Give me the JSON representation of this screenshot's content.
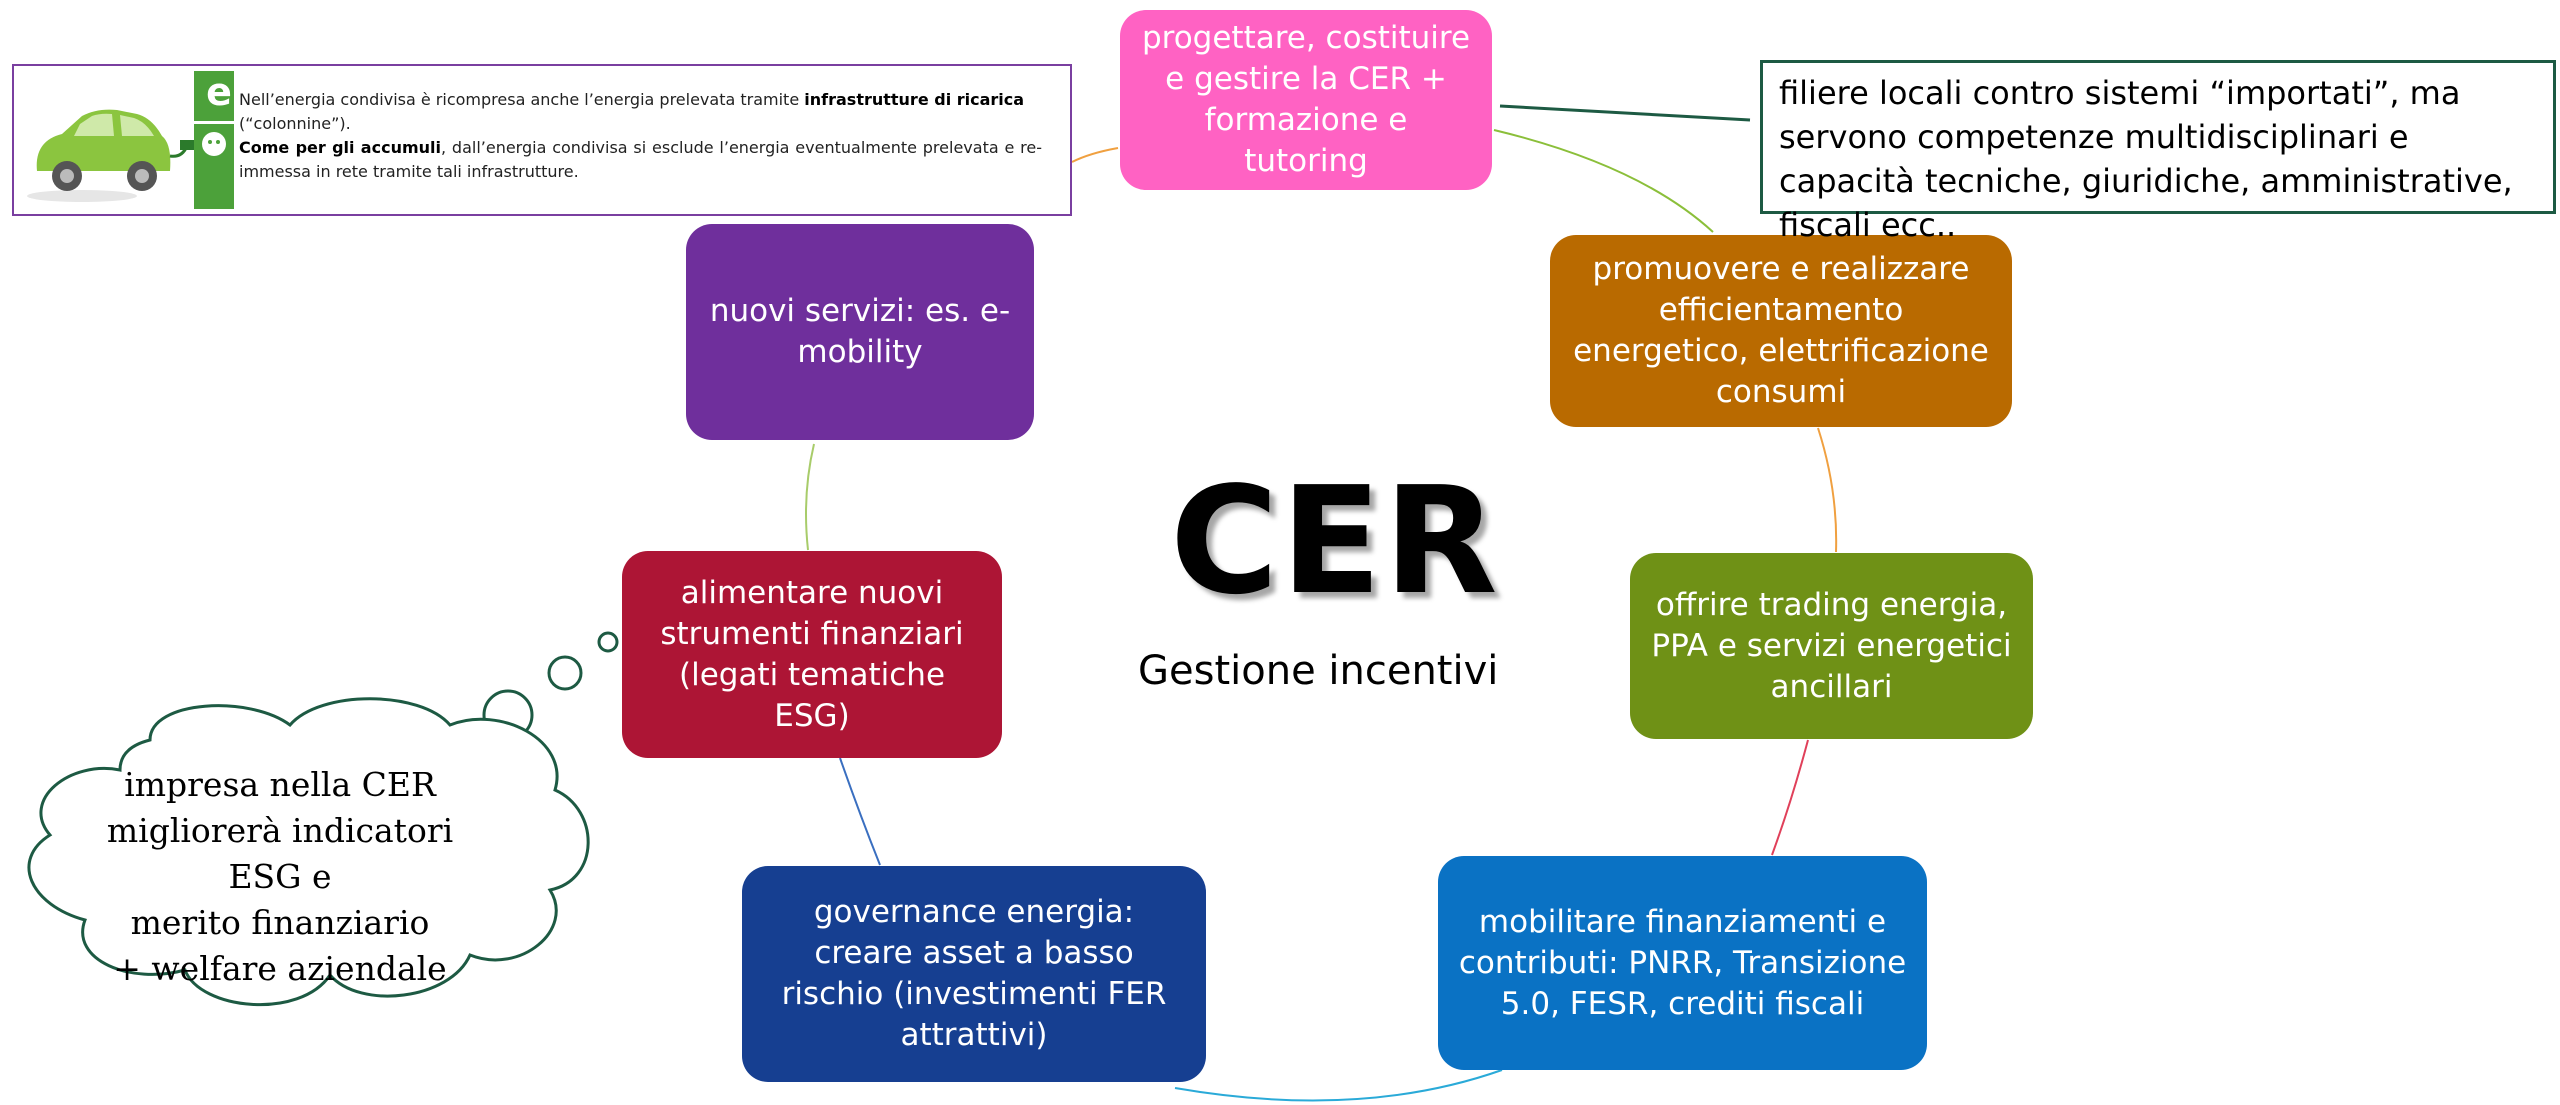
{
  "title": "CER",
  "subtitle": "Gestione incentivi",
  "nodes": [
    {
      "id": "progettare",
      "text": "progettare, costituire e gestire la CER + formazione e tutoring",
      "color": "#ff62c3"
    },
    {
      "id": "promuovere",
      "text": "promuovere e realizzare efficientamento energetico, elettrificazione consumi",
      "color": "#b96a00"
    },
    {
      "id": "trading",
      "text": "offrire trading energia, PPA e servizi energetici ancillari",
      "color": "#6f9116"
    },
    {
      "id": "mobilitare",
      "text": "mobilitare finanziamenti e contributi: PNRR, Transizione 5.0, FESR, crediti fiscali",
      "color": "#0a72c4"
    },
    {
      "id": "governance",
      "text": "governance energia: creare asset a basso rischio (investimenti FER attrattivi)",
      "color": "#163f91"
    },
    {
      "id": "alimentare",
      "text": "alimentare nuovi strumenti finanziari (legati tematiche ESG)",
      "color": "#ad1535"
    },
    {
      "id": "servizi",
      "text": "nuovi servizi: es. e-mobility",
      "color": "#6f2f9c"
    }
  ],
  "note": "filiere locali contro sistemi “importati”, ma servono competenze multidisciplinari e capacità tecniche, giuridiche, amministrative, fiscali ecc..",
  "info": {
    "line1_a": "Nell’energia condivisa è ricompresa anche l’energia prelevata tramite ",
    "line1_b": "infrastrutture di ricarica",
    "line2": "(“colonnine”).",
    "line3_a": "Come per gli accumuli",
    "line3_b": ", dall’energia condivisa si esclude l’energia eventualmente prelevata e re-immessa in rete tramite tali infrastrutture.",
    "station_letter": "e"
  },
  "cloud": {
    "line1": "impresa nella CER",
    "line2": "migliorerà indicatori ESG e",
    "line3": "merito finanziario",
    "line4": "+ welfare aziendale"
  },
  "colors": {
    "car": "#8bc53f",
    "station": "#4ca13a",
    "cloud_border": "#1d5a43"
  }
}
